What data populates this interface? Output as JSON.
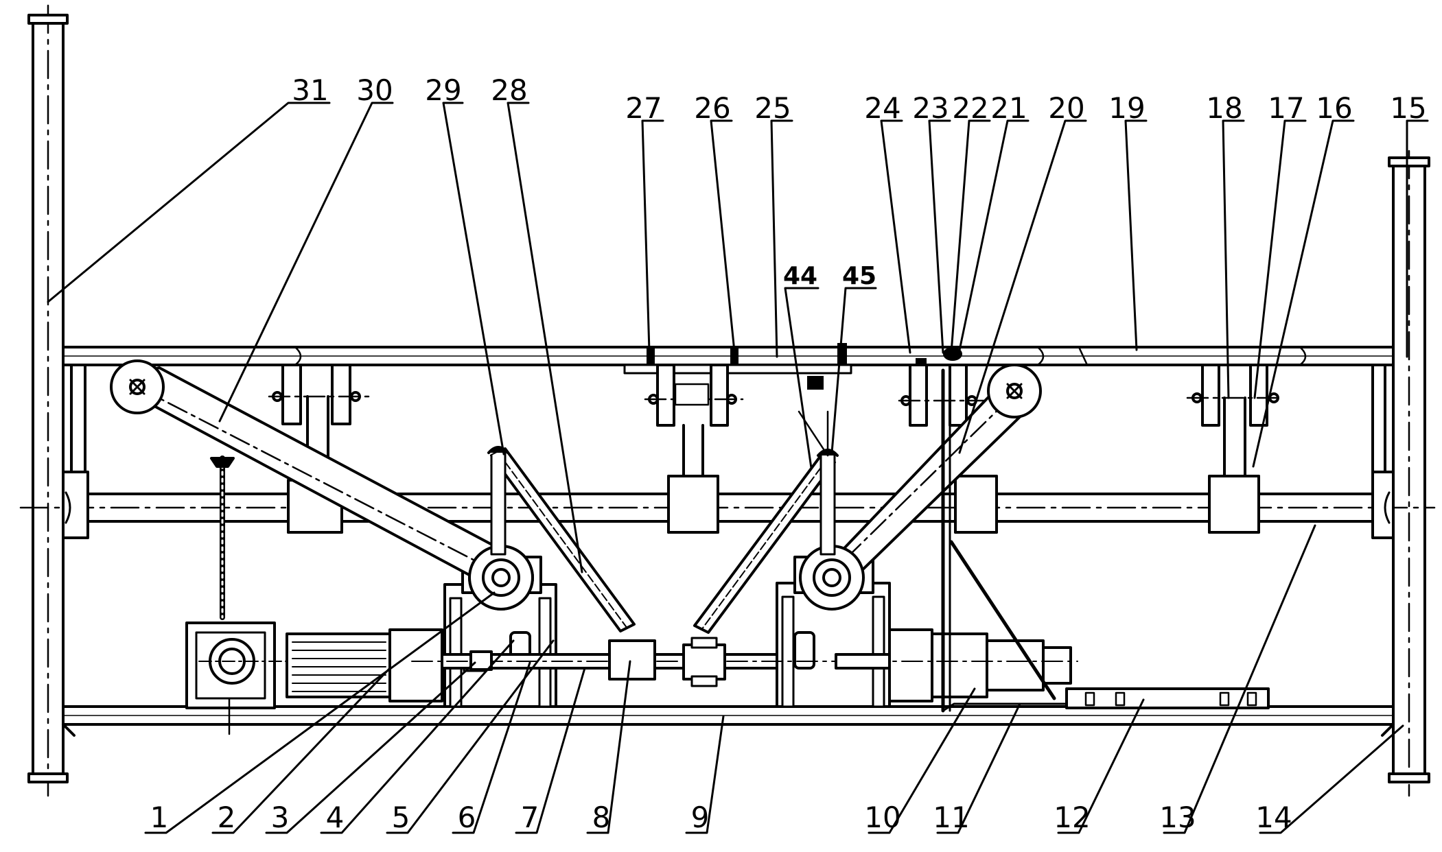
{
  "colors": {
    "ink": "#000000",
    "paper": "#ffffff"
  },
  "labels_top": [
    "31",
    "30",
    "29",
    "28",
    "27",
    "26",
    "25",
    "24",
    "23",
    "22",
    "21",
    "20",
    "19",
    "18",
    "17",
    "16",
    "15"
  ],
  "labels_mid": [
    "44",
    "45"
  ],
  "labels_bottom": [
    "1",
    "2",
    "3",
    "4",
    "5",
    "6",
    "7",
    "8",
    "9",
    "10",
    "11",
    "12",
    "13",
    "14"
  ]
}
